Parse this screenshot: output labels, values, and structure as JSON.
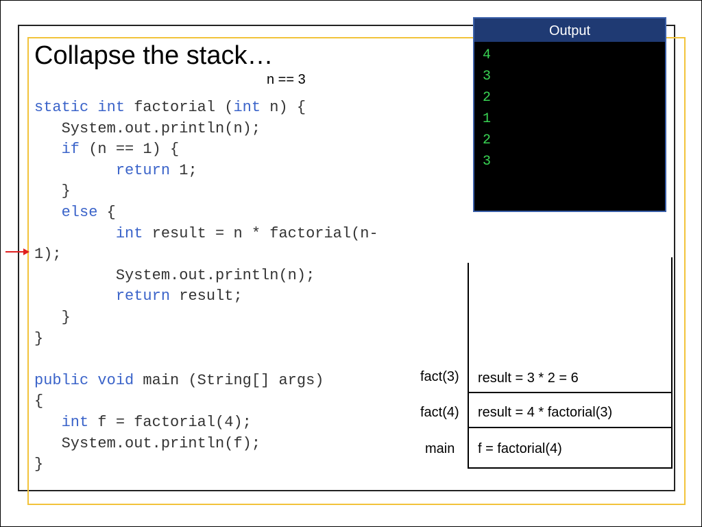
{
  "slide": {
    "title": "Collapse the stack…",
    "n_label": "n == 3"
  },
  "code": {
    "lines": [
      [
        {
          "t": "static int",
          "kw": true
        },
        {
          "t": " factorial (",
          "kw": false
        },
        {
          "t": "int",
          "kw": true
        },
        {
          "t": " n) {",
          "kw": false
        }
      ],
      [
        {
          "t": "   System.out.println(n);",
          "kw": false
        }
      ],
      [
        {
          "t": "   if",
          "kw": true
        },
        {
          "t": " (n == 1) {",
          "kw": false
        }
      ],
      [
        {
          "t": "         return",
          "kw": true
        },
        {
          "t": " 1;",
          "kw": false
        }
      ],
      [
        {
          "t": "   }",
          "kw": false
        }
      ],
      [
        {
          "t": "   else",
          "kw": true
        },
        {
          "t": " {",
          "kw": false
        }
      ],
      [
        {
          "t": "         int",
          "kw": true
        },
        {
          "t": " result = n * factorial(n-",
          "kw": false
        }
      ],
      [
        {
          "t": "1);",
          "kw": false
        }
      ],
      [
        {
          "t": "         System.out.println(n);",
          "kw": false
        }
      ],
      [
        {
          "t": "         return",
          "kw": true
        },
        {
          "t": " result;",
          "kw": false
        }
      ],
      [
        {
          "t": "   }",
          "kw": false
        }
      ],
      [
        {
          "t": "}",
          "kw": false
        }
      ],
      [
        {
          "t": "",
          "kw": false
        }
      ],
      [
        {
          "t": "public void",
          "kw": true
        },
        {
          "t": " main (String[] args)",
          "kw": false
        }
      ],
      [
        {
          "t": "{",
          "kw": false
        }
      ],
      [
        {
          "t": "   int",
          "kw": true
        },
        {
          "t": " f = factorial(4);",
          "kw": false
        }
      ],
      [
        {
          "t": "   System.out.println(f);",
          "kw": false
        }
      ],
      [
        {
          "t": "}",
          "kw": false
        }
      ]
    ]
  },
  "output": {
    "header": "Output",
    "lines": [
      "4",
      "3",
      "2",
      "1",
      "2",
      "3"
    ]
  },
  "stack": {
    "frames": [
      {
        "label": "fact(3)",
        "content": "result = 3 * 2 = 6"
      },
      {
        "label": "fact(4)",
        "content": "result = 4 * factorial(3)"
      },
      {
        "label": "main",
        "content": "f = factorial(4)"
      }
    ]
  },
  "colors": {
    "keyword": "#3a63c9",
    "output_text": "#39d353",
    "output_header": "#1f3a73",
    "frame_gold": "#f2c33a",
    "arrow": "#e02020"
  }
}
